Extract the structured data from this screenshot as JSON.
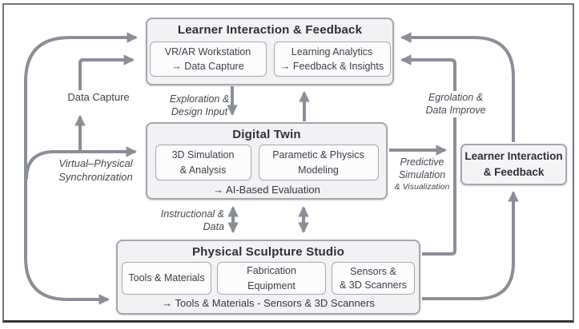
{
  "boxes": {
    "learner_top": {
      "title": "Learner Interaction & Feedback",
      "items": [
        {
          "line1": "VR/AR Workstation",
          "line2": "→ Data Capture"
        },
        {
          "line1": "Learning Analytics",
          "line2": "→ Feedback & Insights"
        }
      ]
    },
    "digital_twin": {
      "title": "Digital Twin",
      "items": [
        {
          "line1": "3D Simulation",
          "line2": "& Analysis"
        },
        {
          "line1": "Parametic & Physics",
          "line2": "Modeling"
        }
      ],
      "footer": "→ AI-Based Evaluation"
    },
    "studio": {
      "title": "Physical Sculpture Studio",
      "items": [
        {
          "line1": "Tools & Materials"
        },
        {
          "line1": "Fabrication Equipment"
        },
        {
          "line1": "Sensors &",
          "line2": "& 3D Scanners"
        }
      ],
      "footer": "→ Tools & Materials - Sensors & 3D Scanners"
    },
    "learner_right": {
      "line1": "Learner Interaction",
      "line2": "& Feedback"
    }
  },
  "labels": {
    "data_capture": "Data Capture",
    "exploration_line1": "Exploration &",
    "exploration_line2": "Design Input",
    "virtual_line1": "Virtual–Physical",
    "virtual_line2": "Synchronization",
    "instructional_line1": "Instructional &",
    "instructional_line2": "Data",
    "predictive_line1": "Predictive",
    "predictive_line2": "Simulation",
    "predictive_line3": "& Visualization",
    "egrolation_line1": "Egrolation &",
    "egrolation_line2": "Data Improve"
  },
  "colors": {
    "wire": "#8a8f97",
    "box_fill": "#f2f2f4",
    "box_border": "#a3a8ae",
    "title_text": "#2c3036",
    "frame_border": "#73777c"
  }
}
